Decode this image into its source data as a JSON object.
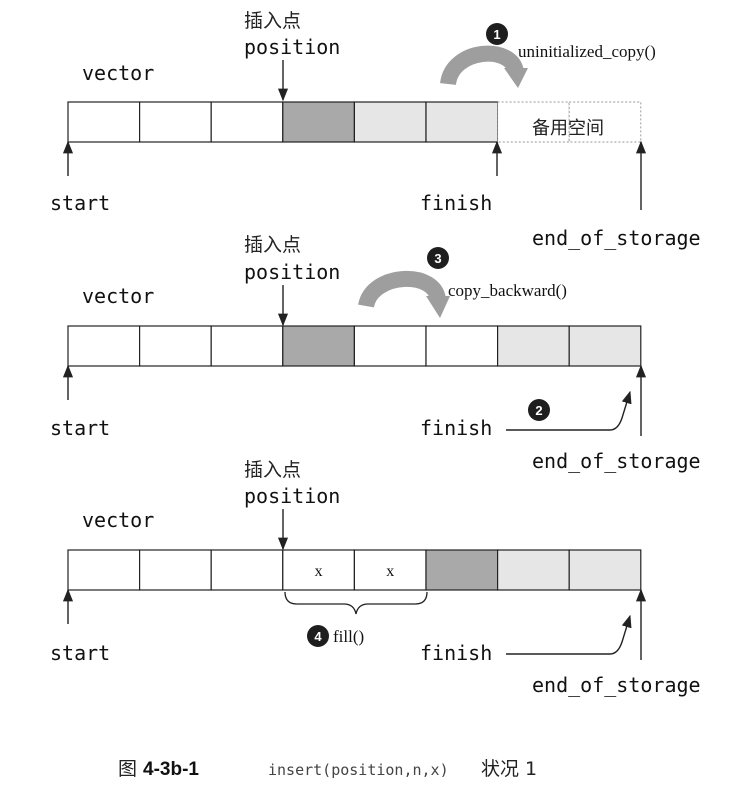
{
  "colors": {
    "empty": "#ffffff",
    "insert_point": "#a9a9a9",
    "light_gray": "#e6e6e6",
    "spare_border": "#9a9a9a",
    "arrow_gray": "#9e9e9e",
    "badge": "#1e1e1e"
  },
  "panels": [
    {
      "insert_label": "插入点",
      "position_label": "position",
      "vector_label": "vector",
      "cells": [
        "empty",
        "empty",
        "empty",
        "insert_point",
        "light_gray",
        "light_gray",
        "spare",
        "spare"
      ],
      "cell_texts": [
        "",
        "",
        "",
        "",
        "",
        "",
        "",
        ""
      ],
      "spare_label": "备用空间",
      "start_label": "start",
      "finish_label": "finish",
      "end_label": "end_of_storage",
      "step": {
        "badge": "1",
        "label": "uninitialized_copy()"
      }
    },
    {
      "insert_label": "插入点",
      "position_label": "position",
      "vector_label": "vector",
      "cells": [
        "empty",
        "empty",
        "empty",
        "insert_point",
        "empty",
        "empty",
        "light_gray",
        "light_gray"
      ],
      "cell_texts": [
        "",
        "",
        "",
        "",
        "",
        "",
        "",
        ""
      ],
      "start_label": "start",
      "finish_label": "finish",
      "end_label": "end_of_storage",
      "step": {
        "badge": "3",
        "label": "copy_backward()"
      },
      "finish_step": {
        "badge": "2"
      }
    },
    {
      "insert_label": "插入点",
      "position_label": "position",
      "vector_label": "vector",
      "cells": [
        "empty",
        "empty",
        "empty",
        "empty",
        "empty",
        "insert_point",
        "light_gray",
        "light_gray"
      ],
      "cell_texts": [
        "",
        "",
        "",
        "x",
        "x",
        "",
        "",
        ""
      ],
      "start_label": "start",
      "finish_label": "finish",
      "end_label": "end_of_storage",
      "step": {
        "badge": "4",
        "label": "fill()"
      }
    }
  ],
  "caption": {
    "prefix": "图",
    "number": "4-3b-1",
    "code": "insert(position,n,x)",
    "suffix": "状况 1"
  }
}
